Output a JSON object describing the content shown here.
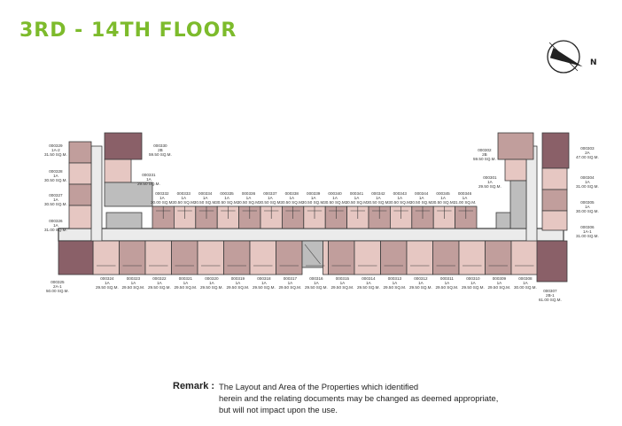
{
  "title": "3RD - 14TH FLOOR",
  "colors": {
    "title": "#7dbb2c",
    "wall": "#3a3a3a",
    "corridor": "#ebebeb",
    "unit_light": "#e6c7c2",
    "unit_mid": "#c19e9c",
    "unit_dark": "#8a6068",
    "core": "#bdbdbd"
  },
  "compass": {
    "label": "N",
    "icon": "compass-north-arrow-icon"
  },
  "units_top": [
    {
      "id": "000332",
      "type": "1A",
      "area": "30.00  SQ.M."
    },
    {
      "id": "000333",
      "type": "1A",
      "area": "30.50  SQ.M."
    },
    {
      "id": "000334",
      "type": "1A",
      "area": "30.50  SQ.M."
    },
    {
      "id": "000335",
      "type": "1A",
      "area": "30.50  SQ.M."
    },
    {
      "id": "000336",
      "type": "1A",
      "area": "30.50  SQ.M."
    },
    {
      "id": "000337",
      "type": "1A",
      "area": "30.50  SQ.M."
    },
    {
      "id": "000338",
      "type": "1A",
      "area": "30.50  SQ.M."
    },
    {
      "id": "000339",
      "type": "1A",
      "area": "30.50  SQ.M."
    },
    {
      "id": "000340",
      "type": "1A",
      "area": "30.50  SQ.M."
    },
    {
      "id": "000341",
      "type": "1A",
      "area": "30.50  SQ.M."
    },
    {
      "id": "000342",
      "type": "1A",
      "area": "30.50  SQ.M."
    },
    {
      "id": "000343",
      "type": "1A",
      "area": "30.50  SQ.M."
    },
    {
      "id": "000344",
      "type": "1A",
      "area": "30.50  SQ.M."
    },
    {
      "id": "000345",
      "type": "1A",
      "area": "30.50  SQ.M."
    },
    {
      "id": "000346",
      "type": "1A",
      "area": "31.00  SQ.M."
    }
  ],
  "units_bottom": [
    {
      "id": "000324",
      "type": "1A",
      "area": "29.50  SQ.M."
    },
    {
      "id": "000323",
      "type": "1A",
      "area": "29.50  SQ.M."
    },
    {
      "id": "000322",
      "type": "1A",
      "area": "29.50  SQ.M."
    },
    {
      "id": "000321",
      "type": "1A",
      "area": "29.50  SQ.M."
    },
    {
      "id": "000320",
      "type": "1A",
      "area": "29.50  SQ.M."
    },
    {
      "id": "000319",
      "type": "1A",
      "area": "29.50  SQ.M."
    },
    {
      "id": "000318",
      "type": "1A",
      "area": "29.50  SQ.M."
    },
    {
      "id": "000317",
      "type": "1A",
      "area": "29.50  SQ.M."
    },
    {
      "id": "000316",
      "type": "1A",
      "area": "29.50  SQ.M."
    },
    {
      "id": "000315",
      "type": "1A",
      "area": "29.50  SQ.M."
    },
    {
      "id": "000314",
      "type": "1A",
      "area": "29.50  SQ.M."
    },
    {
      "id": "000313",
      "type": "1A",
      "area": "29.50  SQ.M."
    },
    {
      "id": "000312",
      "type": "1A",
      "area": "29.50  SQ.M."
    },
    {
      "id": "000311",
      "type": "1A",
      "area": "29.50  SQ.M."
    },
    {
      "id": "000310",
      "type": "1A",
      "area": "29.50  SQ.M."
    },
    {
      "id": "000309",
      "type": "1A",
      "area": "29.50  SQ.M."
    },
    {
      "id": "000308",
      "type": "1A",
      "area": "30.00  SQ.M."
    }
  ],
  "units_west": [
    {
      "id": "000329",
      "type": "1A-2",
      "area": "31.50  SQ.M."
    },
    {
      "id": "000328",
      "type": "1A",
      "area": "30.50  SQ.M."
    },
    {
      "id": "000327",
      "type": "1A",
      "area": "30.50  SQ.M."
    },
    {
      "id": "000326",
      "type": "1A",
      "area": "31.00  SQ.M."
    },
    {
      "id": "000325",
      "type": "2A-1",
      "area": "50.00  SQ.M."
    }
  ],
  "units_west_top": [
    {
      "id": "000330",
      "type": "2B",
      "area": "59.50  SQ.M."
    },
    {
      "id": "000331",
      "type": "1A",
      "area": "29.50  SQ.M."
    }
  ],
  "units_east": [
    {
      "id": "000303",
      "type": "2A",
      "area": "47.00  SQ.M."
    },
    {
      "id": "000304",
      "type": "1A",
      "area": "31.00  SQ.M."
    },
    {
      "id": "000305",
      "type": "1A",
      "area": "30.00  SQ.M."
    },
    {
      "id": "000306",
      "type": "1A-1",
      "area": "31.00  SQ.M."
    },
    {
      "id": "000307",
      "type": "2B-1",
      "area": "61.00  SQ.M."
    }
  ],
  "units_east_top": [
    {
      "id": "000302",
      "type": "2B",
      "area": "59.50  SQ.M."
    },
    {
      "id": "000301",
      "type": "1A",
      "area": "29.50  SQ.M."
    }
  ],
  "remark": {
    "heading": "Remark :",
    "lines": [
      "The Layout and Area of the Properties which identified",
      "herein and the relating documents may be changed as deemed appropriate,",
      "but will not impact upon the use."
    ]
  }
}
